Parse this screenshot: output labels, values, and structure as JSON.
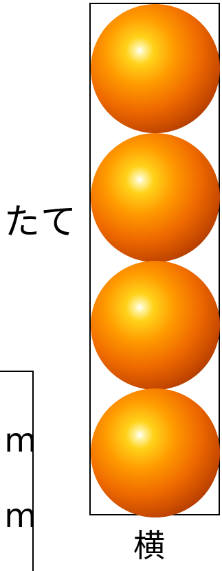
{
  "labels": {
    "vertical": "たて",
    "horizontal": "横"
  },
  "info_box": {
    "line1": "m",
    "line2": "m"
  },
  "balls": [
    {
      "name": "ball-1"
    },
    {
      "name": "ball-2"
    },
    {
      "name": "ball-3"
    },
    {
      "name": "ball-4"
    }
  ],
  "colors": {
    "ball_highlight": "#ffffff",
    "ball_mid": "#ff9a00",
    "ball_shadow": "#4a1400",
    "frame": "#000000"
  }
}
